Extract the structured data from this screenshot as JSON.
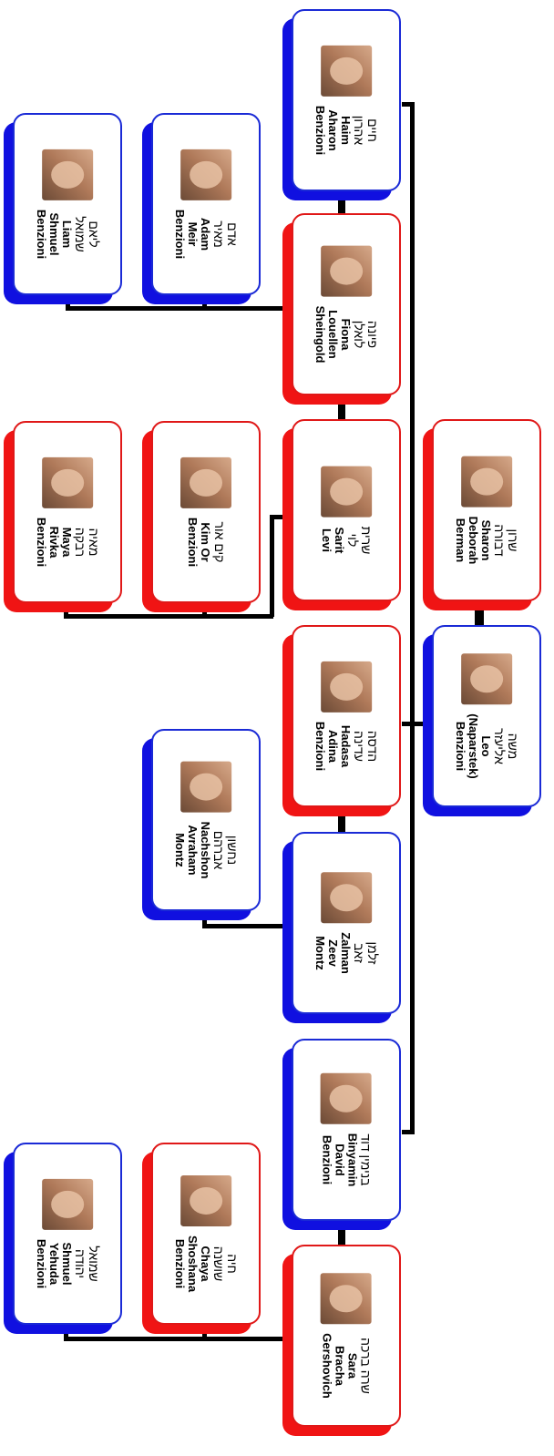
{
  "people": {
    "haim": {
      "heb": "חיים אהרון",
      "eng": "Haim Aharon\nBenzioni",
      "gender": "male"
    },
    "fiona": {
      "heb": "פיונה לואלן",
      "eng": "Fiona\nLouellen\nSheingold",
      "gender": "female"
    },
    "adam": {
      "heb": "אדם מאיר",
      "eng": "Adam Meir\nBenzioni",
      "gender": "male"
    },
    "liam": {
      "heb": "ליאם שמואל",
      "eng": "Liam Shmuel\nBenzioni",
      "gender": "male"
    },
    "sarit": {
      "heb": "שרית לוי",
      "eng": "Sarit Levi",
      "gender": "female"
    },
    "kim": {
      "heb": "קים אור",
      "eng": "Kim Or\nBenzioni",
      "gender": "female"
    },
    "maya": {
      "heb": "מאיה רבקה",
      "eng": "Maya Rivka\nBenzioni",
      "gender": "female"
    },
    "sharon": {
      "heb": "שרון דבורה",
      "eng": "Sharon\nDeborah\nBerman",
      "gender": "female"
    },
    "leo": {
      "heb": "משה אליעזר",
      "eng": "Leo\n(Naparstek)\nBenzioni",
      "gender": "male"
    },
    "hadasa": {
      "heb": "הדסה עדינה",
      "eng": "Hadasa Adina\nBenzioni",
      "gender": "female"
    },
    "nachshon": {
      "heb": "נחשון\nאברהם",
      "eng": "Nachshon\nAvraham\nMontz",
      "gender": "male"
    },
    "zalman": {
      "heb": "זלמן זאב",
      "eng": "Zalman Zeev\nMontz",
      "gender": "male"
    },
    "binyamin": {
      "heb": "בנימין דוד",
      "eng": "Binyamin\nDavid\nBenzioni",
      "gender": "male"
    },
    "chaya": {
      "heb": "חיה שושנה",
      "eng": "Chaya\nShoshana\nBenzioni",
      "gender": "female"
    },
    "shmuel": {
      "heb": "שמואל יהודה",
      "eng": "Shmuel\nYehuda\nBenzioni",
      "gender": "male"
    },
    "sara": {
      "heb": "שרה ברכה",
      "eng": "Sara Bracha\nGershovich",
      "gender": "female"
    }
  },
  "colors": {
    "male": "#1a2ad6",
    "female": "#e01818",
    "line": "#000000"
  }
}
